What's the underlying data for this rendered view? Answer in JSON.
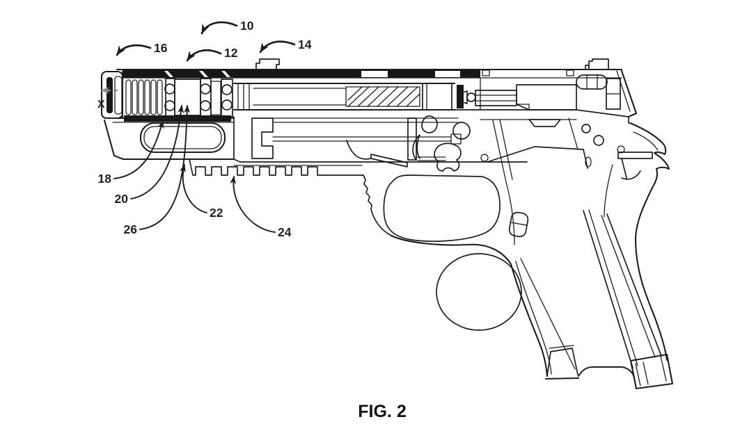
{
  "caption": {
    "text": "FIG. 2"
  },
  "axis": {
    "text": "X"
  },
  "labels": {
    "n10": {
      "text": "10"
    },
    "n12": {
      "text": "12"
    },
    "n14": {
      "text": "14"
    },
    "n16": {
      "text": "16"
    },
    "n18": {
      "text": "18"
    },
    "n20": {
      "text": "20"
    },
    "n22": {
      "text": "22"
    },
    "n24": {
      "text": "24"
    },
    "n26": {
      "text": "26"
    }
  },
  "colors": {
    "ink": "#1c1c1c",
    "background": "#ffffff",
    "dark_fill": "#171717",
    "dashed_arrow": "#8a8a8a"
  }
}
